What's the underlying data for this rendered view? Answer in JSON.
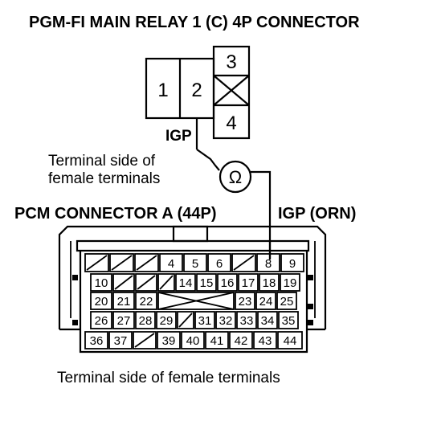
{
  "relay": {
    "title": "PGM-FI MAIN RELAY 1 (C) 4P CONNECTOR",
    "pins": [
      "1",
      "2",
      "3",
      "4"
    ],
    "probe_label": "IGP"
  },
  "meter": {
    "note_line1": "Terminal side of",
    "note_line2": "female terminals",
    "symbol": "Ω"
  },
  "pcm": {
    "title": "PCM CONNECTOR A (44P)",
    "wire_label": "IGP (ORN)",
    "footer": "Terminal side of female terminals",
    "row1": [
      "4",
      "5",
      "6",
      "8",
      "9"
    ],
    "row2": [
      "10",
      "14",
      "15",
      "16",
      "17",
      "18",
      "19"
    ],
    "row3": [
      "20",
      "21",
      "22",
      "23",
      "24",
      "25"
    ],
    "row4": [
      "26",
      "27",
      "28",
      "29",
      "31",
      "32",
      "33",
      "34",
      "35"
    ],
    "row5": [
      "36",
      "37",
      "39",
      "40",
      "41",
      "42",
      "43",
      "44"
    ]
  }
}
